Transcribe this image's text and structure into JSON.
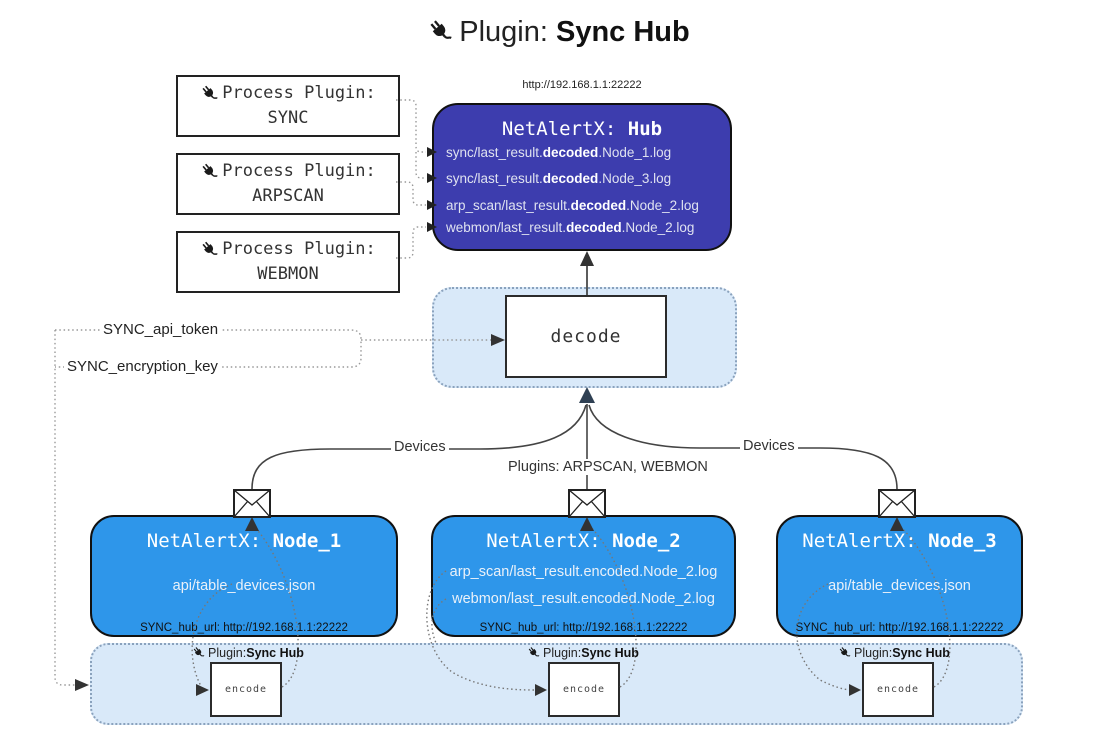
{
  "title": {
    "prefix": "Plugin: ",
    "bold": "Sync Hub"
  },
  "hub": {
    "url": "http://192.168.1.1:22222",
    "name_prefix": "NetAlertX: ",
    "name_bold": "Hub",
    "lines": [
      {
        "pre": "sync/last_result.",
        "bold": "decoded",
        "post": ".Node_1.log"
      },
      {
        "pre": "sync/last_result.",
        "bold": "decoded",
        "post": ".Node_3.log"
      },
      {
        "pre": "arp_scan/last_result.",
        "bold": "decoded",
        "post": ".Node_2.log"
      },
      {
        "pre": "webmon/last_result.",
        "bold": "decoded",
        "post": ".Node_2.log"
      }
    ]
  },
  "process_plugins": [
    {
      "label": "Process Plugin:",
      "name": "SYNC"
    },
    {
      "label": "Process Plugin:",
      "name": "ARPSCAN"
    },
    {
      "label": "Process Plugin:",
      "name": "WEBMON"
    }
  ],
  "decode": {
    "label": "decode"
  },
  "config": {
    "api_token": "SYNC_api_token",
    "encryption_key": "SYNC_encryption_key"
  },
  "edges": {
    "devices_label": "Devices",
    "plugins_label": "Plugins: ARPSCAN, WEBMON"
  },
  "nodes": [
    {
      "name_prefix": "NetAlertX: ",
      "name_bold": "Node_1",
      "files": [
        "api/table_devices.json"
      ],
      "hub_url": "SYNC_hub_url: http://192.168.1.1:22222"
    },
    {
      "name_prefix": "NetAlertX: ",
      "name_bold": "Node_2",
      "files": [
        "arp_scan/last_result.encoded.Node_2.log",
        "webmon/last_result.encoded.Node_2.log"
      ],
      "hub_url": "SYNC_hub_url: http://192.168.1.1:22222"
    },
    {
      "name_prefix": "NetAlertX: ",
      "name_bold": "Node_3",
      "files": [
        "api/table_devices.json"
      ],
      "hub_url": "SYNC_hub_url: http://192.168.1.1:22222"
    }
  ],
  "encode": {
    "plugin_prefix": "Plugin: ",
    "plugin_bold": "Sync Hub",
    "label": "encode"
  },
  "colors": {
    "hub_bg": "#3d3dae",
    "node_bg": "#2e96ea",
    "container_bg": "#d9e9f9",
    "container_border": "#8aa2bd",
    "solid_line": "#444444",
    "dotted_line": "#888888",
    "arrow_dark": "#2f4053"
  }
}
